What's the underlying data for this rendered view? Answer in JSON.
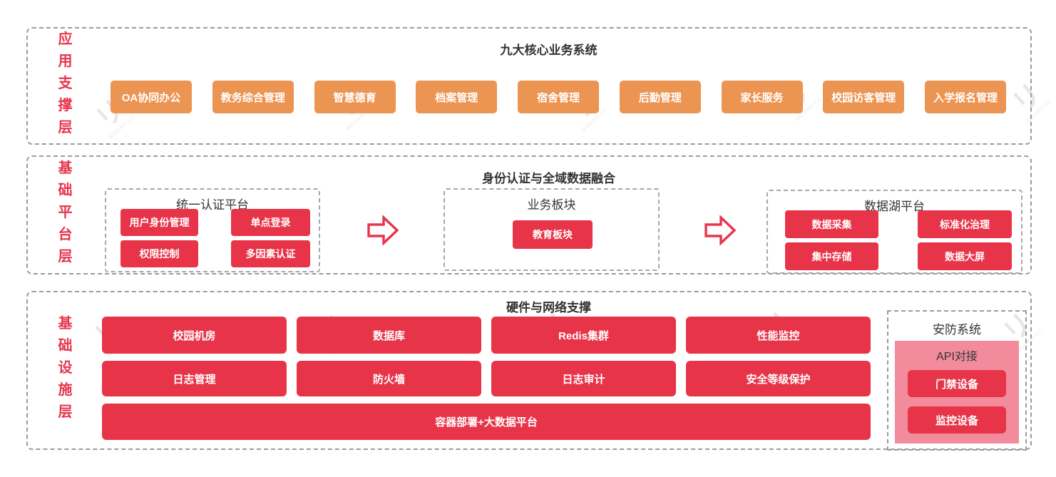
{
  "watermark": {
    "glyph": "リ",
    "text": "MODAO.CC"
  },
  "colors": {
    "node_red": "#e73448",
    "node_orange": "#ec9452",
    "pink_panel": "#f28c9d",
    "label_red": "#e7354d",
    "dash_gray": "#9b9b9b",
    "title_dark": "#333333"
  },
  "layers": {
    "app": {
      "label": "应用支撑层",
      "title": "九大核心业务系统",
      "systems": [
        "OA协同办公",
        "教务综合管理",
        "智慧德育",
        "档案管理",
        "宿舍管理",
        "后勤管理",
        "家长服务",
        "校园访客管理",
        "入学报名管理"
      ]
    },
    "platform": {
      "label": "基础平台层",
      "title": "身份认证与全域数据融合",
      "auth": {
        "title": "统一认证平台",
        "items": [
          "用户身份管理",
          "单点登录",
          "权限控制",
          "多因素认证"
        ]
      },
      "business": {
        "title": "业务板块",
        "items": [
          "教育板块"
        ]
      },
      "datalake": {
        "title": "数据湖平台",
        "items": [
          "数据采集",
          "标准化治理",
          "集中存储",
          "数据大屏"
        ]
      }
    },
    "infra": {
      "label": "基础设施层",
      "title": "硬件与网络支撑",
      "items": [
        "校园机房",
        "数据库",
        "Redis集群",
        "性能监控",
        "日志管理",
        "防火墙",
        "日志审计",
        "安全等级保护"
      ],
      "wide_item": "容器部署+大数据平台",
      "security": {
        "title": "安防系统",
        "subtitle": "API对接",
        "items": [
          "门禁设备",
          "监控设备"
        ]
      }
    }
  }
}
